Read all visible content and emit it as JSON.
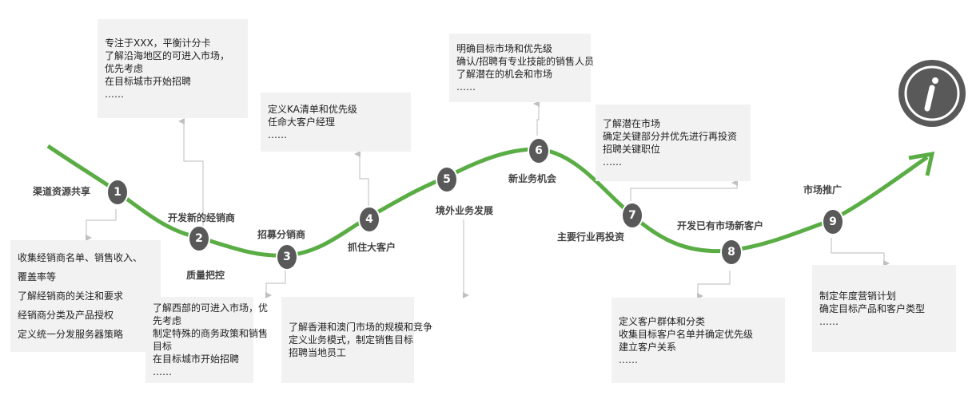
{
  "stages": [
    {
      "num": "1",
      "title": "渠道资源共享"
    },
    {
      "num": "2",
      "title": "开发新的经销商",
      "subtitle": "质量把控"
    },
    {
      "num": "3",
      "title": "招募分销商"
    },
    {
      "num": "4",
      "title": "抓住大客户"
    },
    {
      "num": "5",
      "title": "境外业务发展"
    },
    {
      "num": "6",
      "title": "新业务机会"
    },
    {
      "num": "7",
      "title": "主要行业再投资"
    },
    {
      "num": "8",
      "title": "开发已有市场新客户"
    },
    {
      "num": "9",
      "title": "市场推广"
    }
  ],
  "boxes": {
    "b1": [
      "收集经销商名单、销售收入、",
      "覆盖率等",
      "了解经销商的关注和要求",
      "经销商分类及产品授权",
      "定义统一分发服务器策略"
    ],
    "b2": [
      "专注于XXX，平衡计分卡",
      "了解沿海地区的可进入市场，",
      "优先考虑",
      "在目标城市开始招聘",
      "……"
    ],
    "b3": [
      "了解西部的可进入市场，优",
      "先考虑",
      "制定特殊的商务政策和销售",
      "目标",
      "在目标城市开始招聘",
      "……"
    ],
    "b4": [
      "定义KA清单和优先级",
      "任命大客户经理",
      "……"
    ],
    "b5": [
      "了解香港和澳门市场的规模和竞争",
      "定义业务模式，制定销售目标",
      "招聘当地员工"
    ],
    "b6": [
      "明确目标市场和优先级",
      "确认/招聘有专业技能的销售人员",
      "了解潜在的机会和市场",
      "……"
    ],
    "b7": [
      "了解潜在市场",
      "确定关键部分并优先进行再投资",
      "招聘关键职位",
      "……"
    ],
    "b8": [
      "定义客户群体和分类",
      "收集目标客户名单并确定优先级",
      "建立客户关系",
      "……"
    ],
    "b9": [
      "制定年度营销计划",
      "确定目标产品和客户类型",
      "……"
    ]
  },
  "icon": "info-icon",
  "colors": {
    "curve": "#5aad45",
    "node": "#595959",
    "box": "#f2f2f2",
    "connector": "#c8c8c8"
  }
}
